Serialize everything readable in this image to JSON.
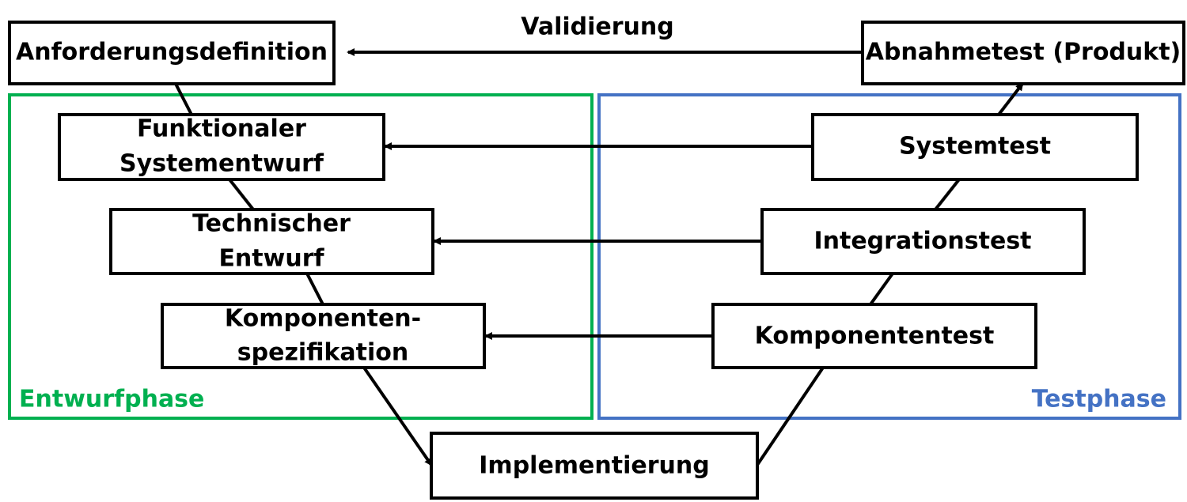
{
  "diagram": {
    "validation_label": "Validierung",
    "colors": {
      "design_phase": "#00b050",
      "test_phase": "#4472c4",
      "stroke": "#000000"
    },
    "phases": {
      "design": {
        "label": "Entwurfphase"
      },
      "test": {
        "label": "Testphase"
      }
    },
    "boxes": {
      "anforderungsdefinition": {
        "lines": [
          "Anforderungsdefinition"
        ]
      },
      "abnahmetest": {
        "lines": [
          "Abnahmetest (Produkt)"
        ]
      },
      "funktionaler_systementwurf": {
        "lines": [
          "Funktionaler",
          "Systementwurf"
        ]
      },
      "systemtest": {
        "lines": [
          "Systemtest"
        ]
      },
      "technischer_entwurf": {
        "lines": [
          "Technischer",
          "Entwurf"
        ]
      },
      "integrationstest": {
        "lines": [
          "Integrationstest"
        ]
      },
      "komponentenspezifikation": {
        "lines": [
          "Komponenten-",
          "spezifikation"
        ]
      },
      "komponententest": {
        "lines": [
          "Komponententest"
        ]
      },
      "implementierung": {
        "lines": [
          "Implementierung"
        ]
      }
    }
  }
}
